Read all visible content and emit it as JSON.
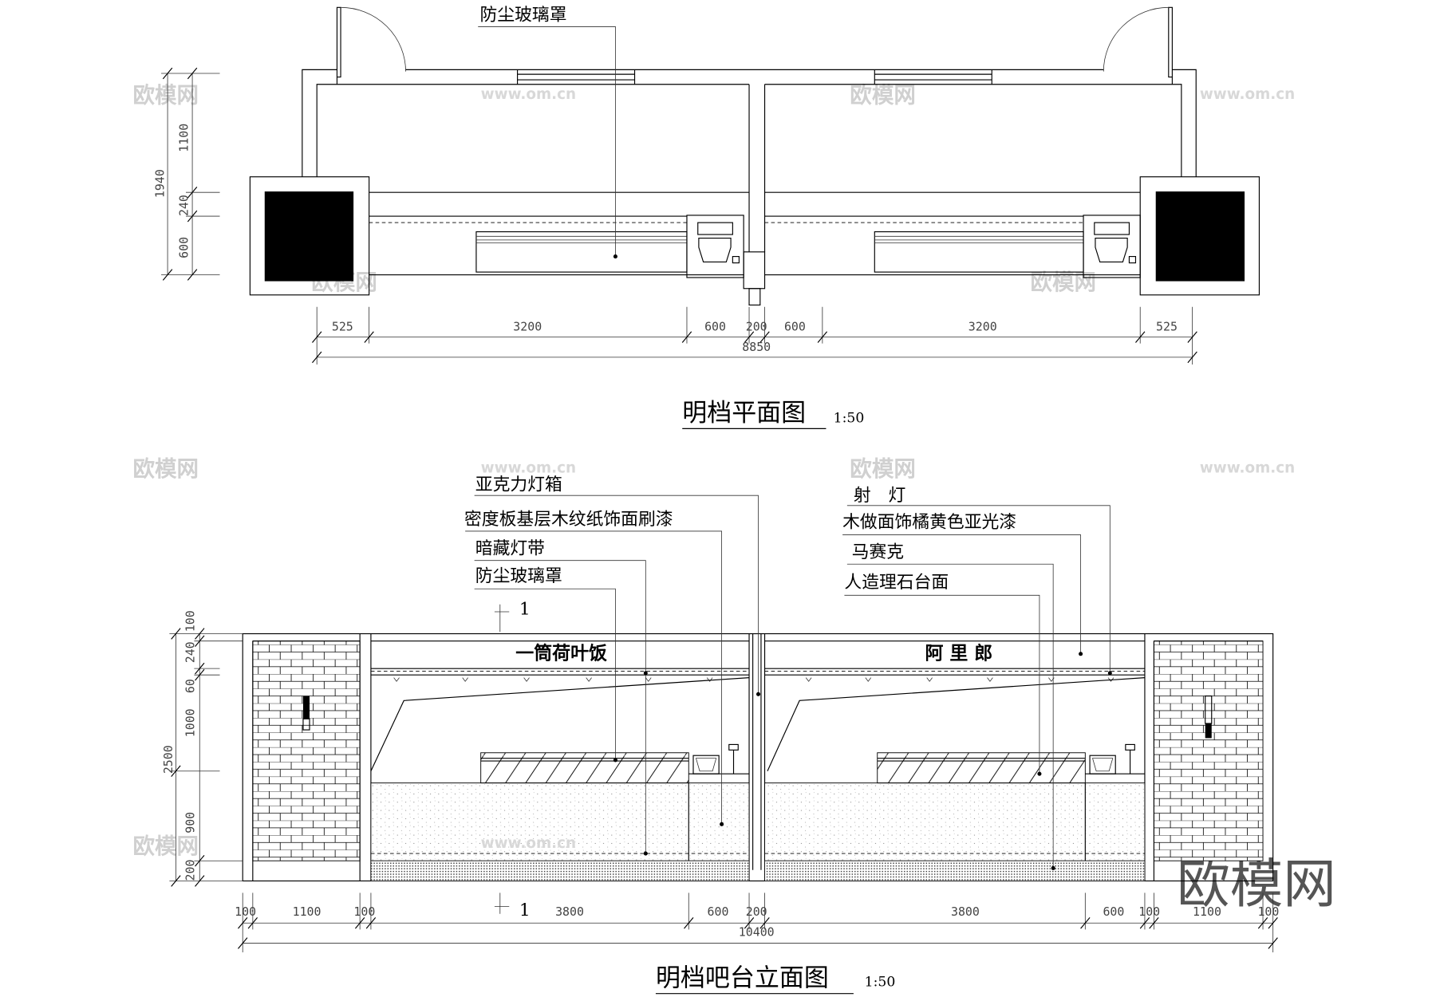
{
  "plan": {
    "label_glass_cover": "防尘玻璃罩",
    "dims_vertical": [
      "1940",
      "1100",
      "240",
      "600"
    ],
    "dims_horizontal": [
      "525",
      "3200",
      "600",
      "200",
      "600",
      "3200",
      "525"
    ],
    "dim_total": "8850",
    "title": "明档平面图",
    "scale": "1:50"
  },
  "elevation": {
    "labels_left": [
      "亚克力灯箱",
      "密度板基层木纹纸饰面刷漆",
      "暗藏灯带",
      "防尘玻璃罩"
    ],
    "labels_right": [
      "射　灯",
      "木做面饰橘黄色亚光漆",
      "马赛克",
      "人造理石台面"
    ],
    "sign_left": "一筒荷叶饭",
    "sign_right": "阿 里 郎",
    "section_mark": "1",
    "dims_vertical": [
      "100",
      "240",
      "60",
      "1000",
      "900",
      "200",
      "2500"
    ],
    "dims_horizontal": [
      "100",
      "1100",
      "100",
      "3800",
      "600",
      "200",
      "3800",
      "600",
      "100",
      "1100",
      "100"
    ],
    "dim_total": "10400",
    "title": "明档吧台立面图",
    "scale": "1:50"
  },
  "watermark": {
    "logo": "欧模网",
    "url": "www.om.cn"
  }
}
